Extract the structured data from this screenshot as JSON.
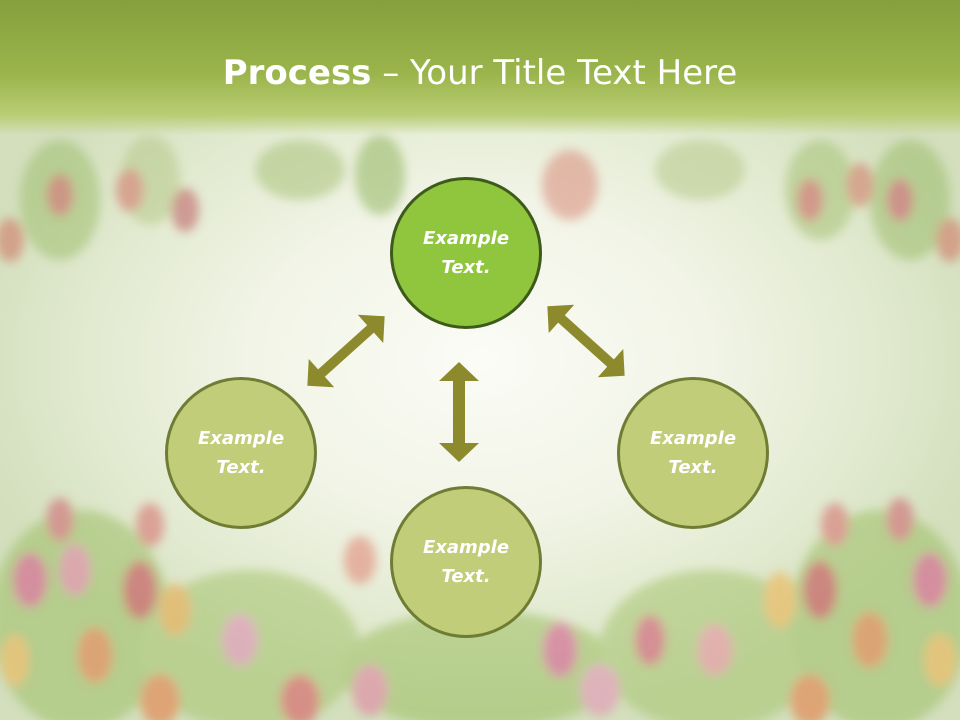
{
  "title": {
    "bold_part": "Process",
    "rest": " – Your Title Text Here"
  },
  "nodes": {
    "top": {
      "line1": "Example",
      "line2": "Text."
    },
    "left": {
      "line1": "Example",
      "line2": "Text."
    },
    "right": {
      "line1": "Example",
      "line2": "Text."
    },
    "bottom": {
      "line1": "Example",
      "line2": "Text."
    }
  },
  "colors": {
    "title_bar": "#9bb54c",
    "highlight_node": "#8fc63d",
    "node_fill": "#c1cd79",
    "node_border": "#6f7d34",
    "arrow": "#8c8a2c"
  }
}
